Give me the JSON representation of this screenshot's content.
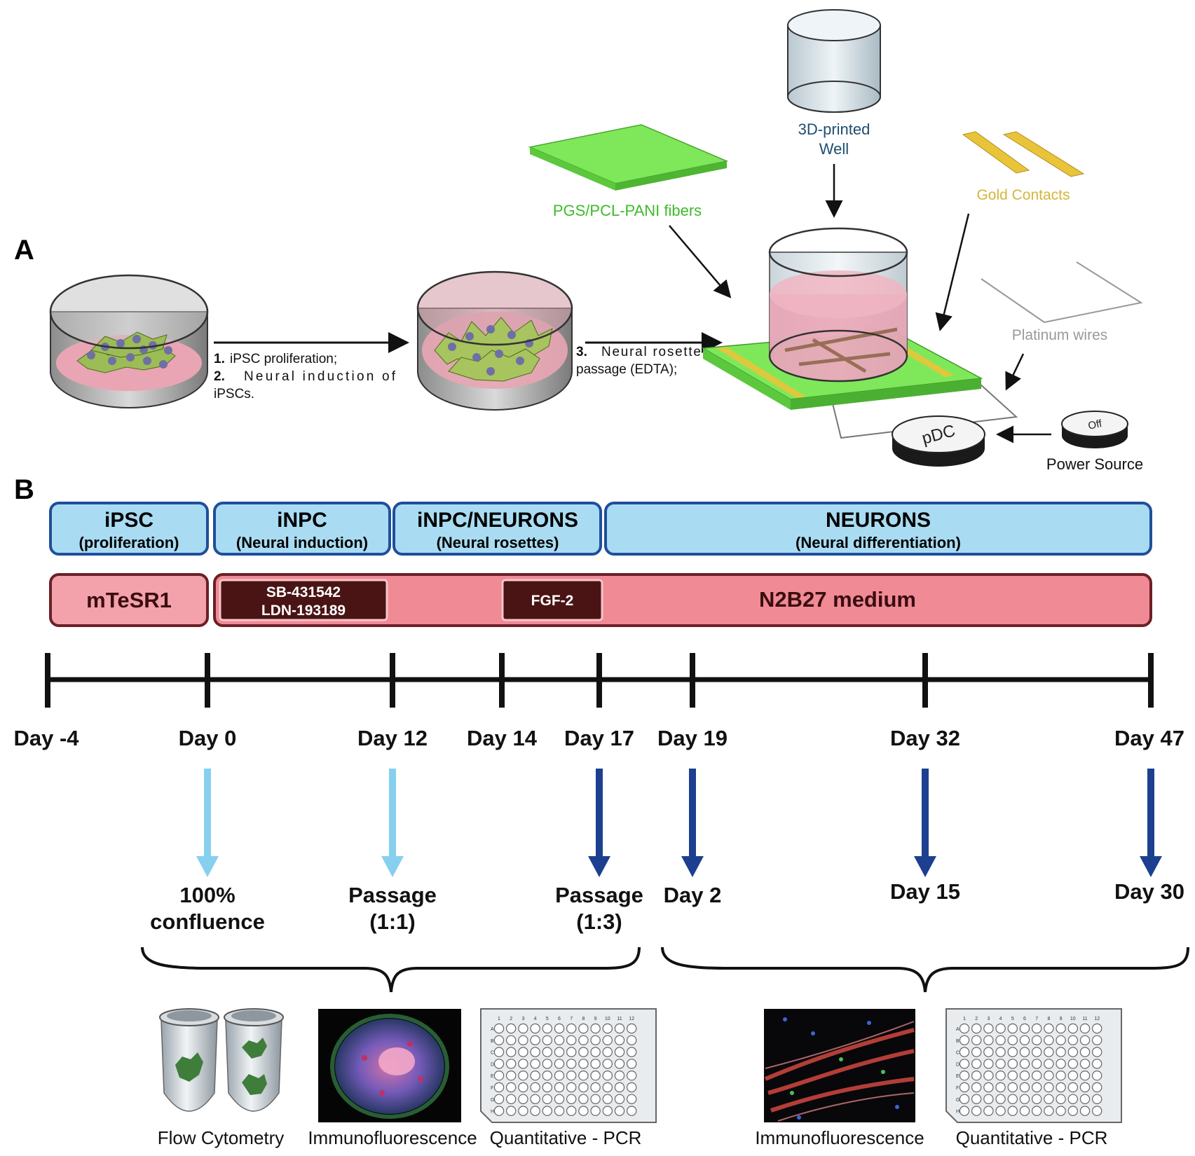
{
  "panel_a": {
    "label": "A",
    "step1_num": "1.",
    "step1_text": "iPSC proliferation;",
    "step2_num": "2.",
    "step2_text": "Neural    induction    of",
    "step2_text_cont": "iPSCs.",
    "step3_num": "3.",
    "step3_text": "Neural    rosette",
    "step3_text_cont": "passage (EDTA);",
    "fibers_label": "PGS/PCL-PANI fibers",
    "well_label_line1": "3D-printed",
    "well_label_line2": "Well",
    "gold_label": "Gold Contacts",
    "platinum_label": "Platinum wires",
    "pdc_label": "pDC",
    "off_label": "Off",
    "power_label": "Power Source"
  },
  "panel_b": {
    "label": "B",
    "stages": [
      {
        "title": "iPSC",
        "subtitle": "(proliferation)"
      },
      {
        "title": "iNPC",
        "subtitle": "(Neural induction)"
      },
      {
        "title": "iNPC/NEURONS",
        "subtitle": "(Neural rosettes)"
      },
      {
        "title": "NEURONS",
        "subtitle": "(Neural differentiation)"
      }
    ],
    "media": {
      "mtesr": "mTeSR1",
      "inhibitor_line1": "SB-431542",
      "inhibitor_line2": "LDN-193189",
      "fgf": "FGF-2",
      "n2b27": "N2B27 medium"
    },
    "days": [
      "Day -4",
      "Day 0",
      "Day 12",
      "Day 14",
      "Day 17",
      "Day 19",
      "Day 32",
      "Day 47"
    ],
    "arrow_notes": {
      "day0_line1": "100%",
      "day0_line2": "confluence",
      "day12_line1": "Passage",
      "day12_line2": "(1:1)",
      "day17_line1": "Passage",
      "day17_line2": "(1:3)",
      "day19": "Day 2",
      "day32": "Day 15",
      "day47": "Day 30"
    },
    "assays": {
      "flow": "Flow Cytometry",
      "if1": "Immunofluorescence",
      "pcr1": "Quantitative - PCR",
      "if2": "Immunofluorescence",
      "pcr2": "Quantitative - PCR"
    },
    "plate_cols": [
      "1",
      "2",
      "3",
      "4",
      "5",
      "6",
      "7",
      "8",
      "9",
      "10",
      "11",
      "12"
    ],
    "plate_rows": [
      "A",
      "B",
      "C",
      "D",
      "E",
      "F",
      "G",
      "H"
    ]
  },
  "colors": {
    "stage_fill": "#a9dcf2",
    "stage_border": "#1f4f9c",
    "medium_fill": "#f08a95",
    "medium_border": "#6e1f26",
    "dark_box": "#4a1414",
    "light_arrow": "#87cfee",
    "dark_arrow": "#1d3f8f",
    "fiber_green": "#7ee85a",
    "gold": "#e9c43a",
    "well_text": "#1d4e6e"
  }
}
